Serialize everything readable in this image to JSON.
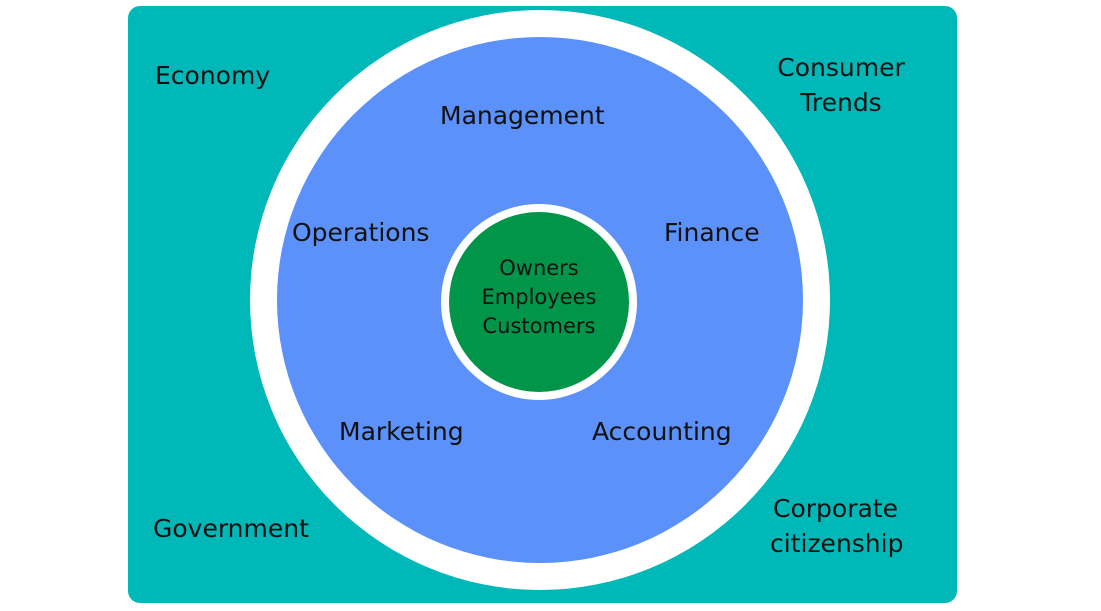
{
  "diagram": {
    "colors": {
      "outer": "#00b8b8",
      "middle": "#5b91f8",
      "core": "#009548",
      "ring": "#ffffff"
    },
    "outer_labels": {
      "top_left": "Economy",
      "top_right_1": "Consumer",
      "top_right_2": "Trends",
      "bottom_left": "Government",
      "bottom_right_1": "Corporate",
      "bottom_right_2": "citizenship"
    },
    "middle_labels": {
      "top": "Management",
      "left": "Operations",
      "right": "Finance",
      "bottom_left": "Marketing",
      "bottom_right": "Accounting"
    },
    "core_labels": [
      "Owners",
      "Employees",
      "Customers"
    ]
  }
}
